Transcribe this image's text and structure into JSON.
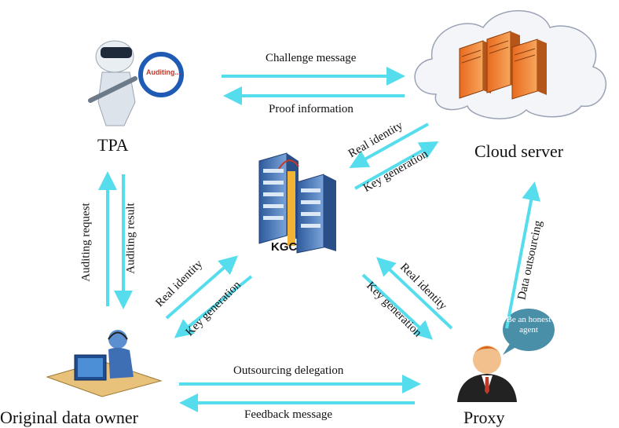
{
  "nodes": {
    "tpa": "TPA",
    "cloud": "Cloud server",
    "kgc": "KGC",
    "owner": "Original data owner",
    "proxy": "Proxy"
  },
  "magnifier_text": "Auditing...",
  "bubble_text": "Be an honest agent",
  "edges": {
    "challenge": "Challenge message",
    "proof": "Proof information",
    "cloud_real_identity": "Real identity",
    "cloud_key_generation": "Key generation",
    "auditing_request": "Auditing request",
    "auditing_result": "Auditing result",
    "owner_real_identity": "Real identity",
    "owner_key_generation": "Key generation",
    "proxy_real_identity": "Real identity",
    "proxy_key_generation": "Key generation",
    "data_outsourcing": "Data outsourcing",
    "outsourcing_delegation": "Outsourcing delegation",
    "feedback": "Feedback message"
  },
  "colors": {
    "arrow": "#55DDEE",
    "cloud_fill": "#F4F5F8",
    "server": "#F08A3C",
    "kgc_blue": "#4A76B8",
    "proxy_suit": "#222222",
    "bubble": "#4A8FA8"
  },
  "icons": [
    "magnifier-icon",
    "server-icon",
    "building-icon",
    "person-icon",
    "computer-icon"
  ]
}
